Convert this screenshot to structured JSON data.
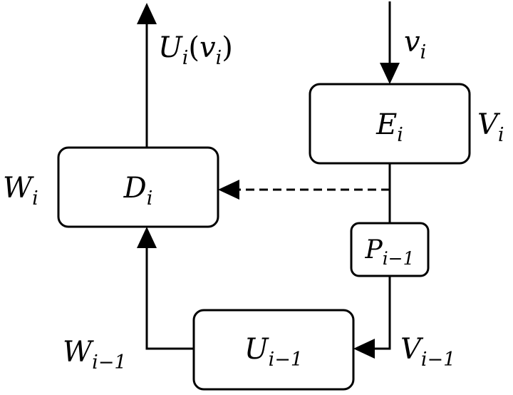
{
  "blocks": {
    "encoder": {
      "base": "E",
      "sub": "i"
    },
    "decoder": {
      "base": "D",
      "sub": "i"
    },
    "predictor": {
      "base": "P",
      "sub": "i−1"
    },
    "update": {
      "base": "U",
      "sub": "i−1"
    }
  },
  "labels": {
    "input": {
      "base": "v",
      "sub": "i"
    },
    "output": {
      "base": "U",
      "sub": "i",
      "open": "(",
      "arg_base": "v",
      "arg_sub": "i",
      "close": ")"
    },
    "v_i": {
      "base": "V",
      "sub": "i"
    },
    "w_i": {
      "base": "W",
      "sub": "i"
    },
    "v_prev": {
      "base": "V",
      "sub": "i−1"
    },
    "w_prev": {
      "base": "W",
      "sub": "i−1"
    }
  }
}
